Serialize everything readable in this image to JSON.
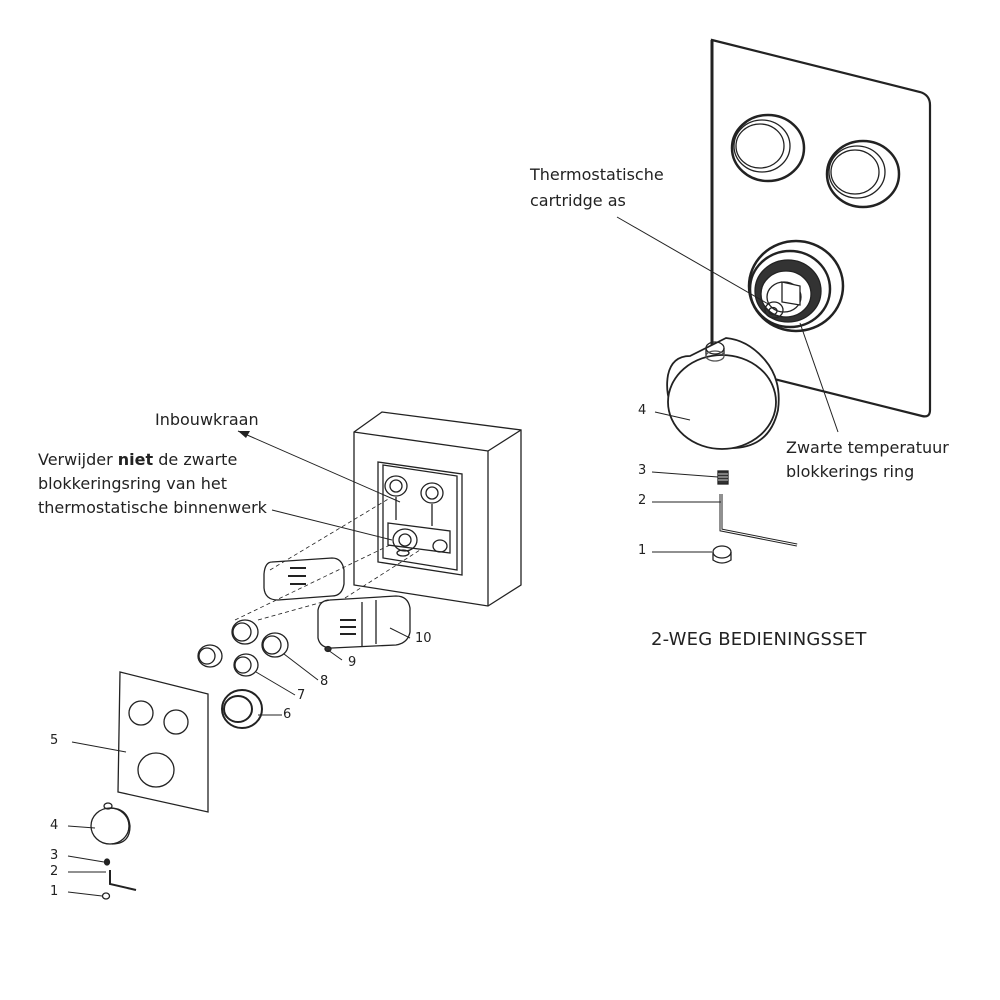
{
  "labels": {
    "inbouwkraan": "Inbouwkraan",
    "verwijder_1_pre": "Verwijder ",
    "verwijder_1_bold": "niet",
    "verwijder_1_post": " de zwarte",
    "verwijder_2": "blokkeringsring van het",
    "verwijder_3": "thermostatische binnenwerk",
    "cartridge_1": "Thermostatische",
    "cartridge_2": "cartridge as",
    "zwarte_1": "Zwarte temperatuur",
    "zwarte_2": "blokkerings ring",
    "set_title": "2-WEG BEDIENINGSSET"
  },
  "part_numbers": {
    "left": [
      "1",
      "2",
      "3",
      "4",
      "5",
      "6",
      "7",
      "8",
      "9",
      "10"
    ],
    "right": [
      "1",
      "2",
      "3",
      "4"
    ]
  }
}
